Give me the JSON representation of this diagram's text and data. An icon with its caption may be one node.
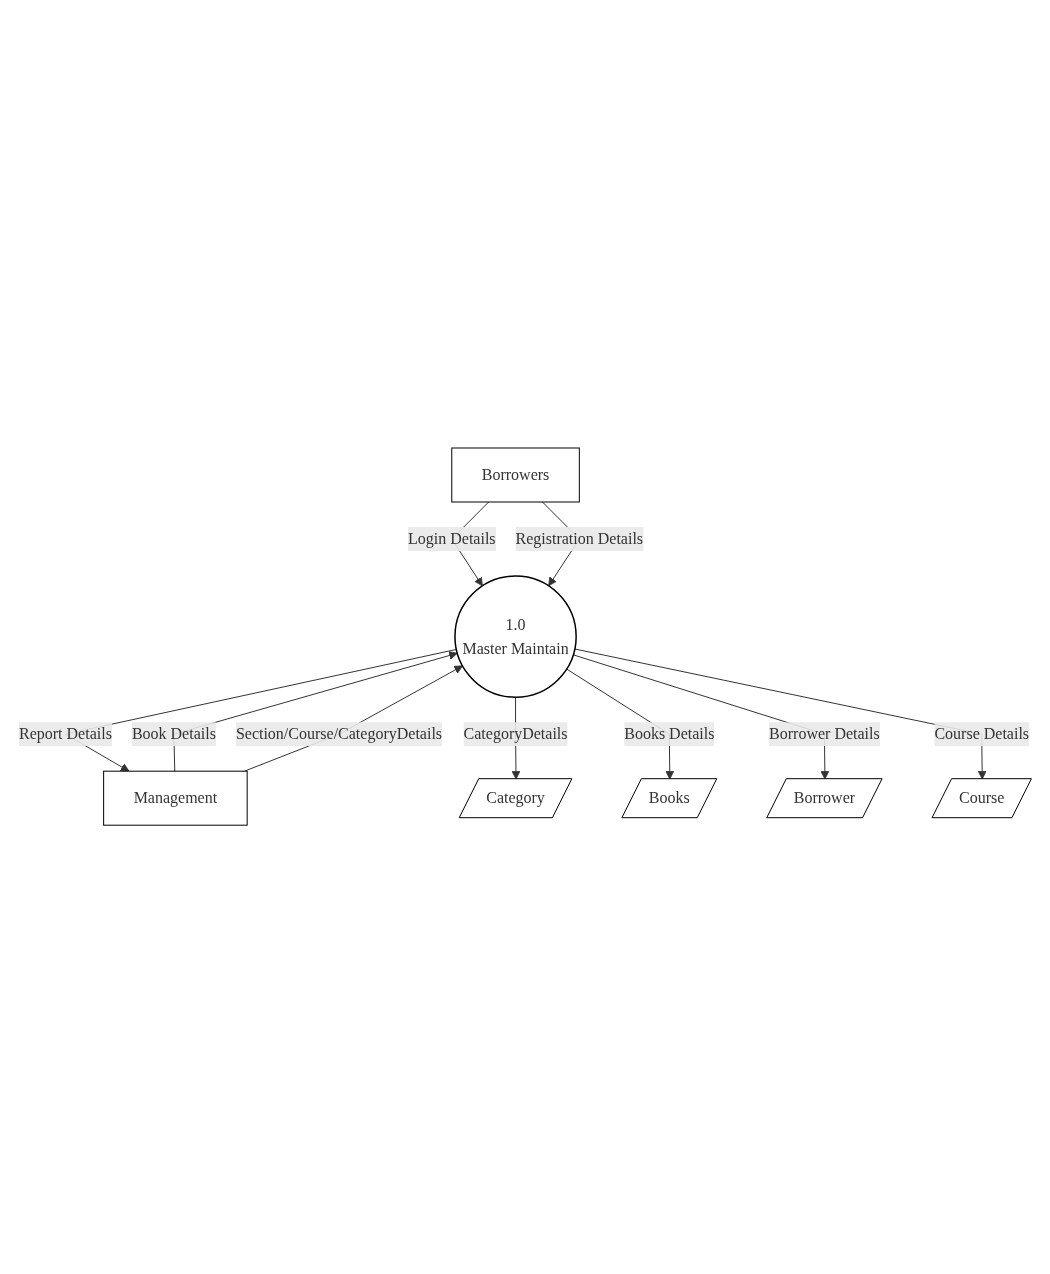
{
  "diagram": {
    "nodes": [
      {
        "text": [
          "Borrowers"
        ]
      },
      {
        "text": [
          "Management"
        ]
      },
      {
        "text": [
          "1.0",
          "Master Maintain"
        ]
      },
      {
        "text": [
          "Category"
        ]
      },
      {
        "text": [
          "Books"
        ]
      },
      {
        "text": [
          "Borrower"
        ]
      },
      {
        "text": [
          "Course"
        ]
      }
    ],
    "edges": [
      {
        "from": 0,
        "to": 2,
        "arrow": "to",
        "label": "Login Details"
      },
      {
        "from": 0,
        "to": 2,
        "arrow": "to",
        "label": "Registration Details"
      },
      {
        "from": 2,
        "to": 1,
        "arrow": "to",
        "label": "Report Details"
      },
      {
        "from": 1,
        "to": 2,
        "arrow": "to",
        "label": "Book Details"
      },
      {
        "from": 1,
        "to": 2,
        "arrow": "to",
        "label": "Section/Course/CategoryDetails"
      },
      {
        "from": 2,
        "to": 3,
        "arrow": "to",
        "label": "CategoryDetails"
      },
      {
        "from": 2,
        "to": 4,
        "arrow": "to",
        "label": "Books Details"
      },
      {
        "from": 2,
        "to": 5,
        "arrow": "to",
        "label": "Borrower Details"
      },
      {
        "from": 2,
        "to": 6,
        "arrow": "to",
        "label": "Course Details"
      }
    ]
  }
}
